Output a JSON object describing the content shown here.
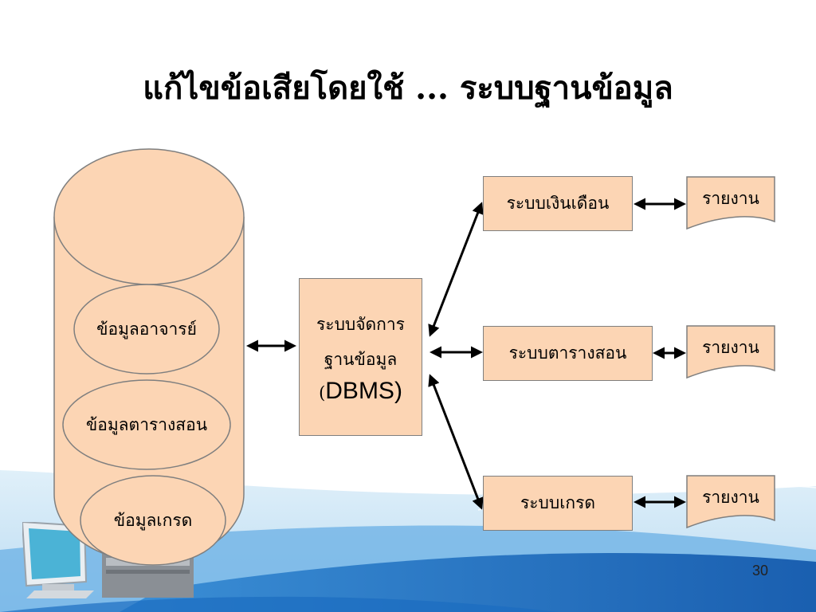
{
  "slide": {
    "title": "แก้ไขข้อเสียโดยใช้ ... ระบบฐานข้อมูล",
    "page_number": "30"
  },
  "database": {
    "items": [
      "ข้อมูลอาจารย์",
      "ข้อมูลตารางสอน",
      "ข้อมูลเกรด"
    ]
  },
  "dbms": {
    "line1": "ระบบจัดการ",
    "line2": "ฐานข้อมูล",
    "paren_open": "(",
    "line3": "DBMS)"
  },
  "systems": [
    {
      "label": "ระบบเงินเดือน",
      "report": "รายงาน"
    },
    {
      "label": "ระบบตารางสอน",
      "report": "รายงาน"
    },
    {
      "label": "ระบบเกรด",
      "report": "รายงาน"
    }
  ],
  "colors": {
    "box_fill": "#fcd5b4",
    "box_border": "#7f7f7f",
    "wave_blue": "#1f78c8"
  },
  "icons": [
    "computer-icon"
  ]
}
